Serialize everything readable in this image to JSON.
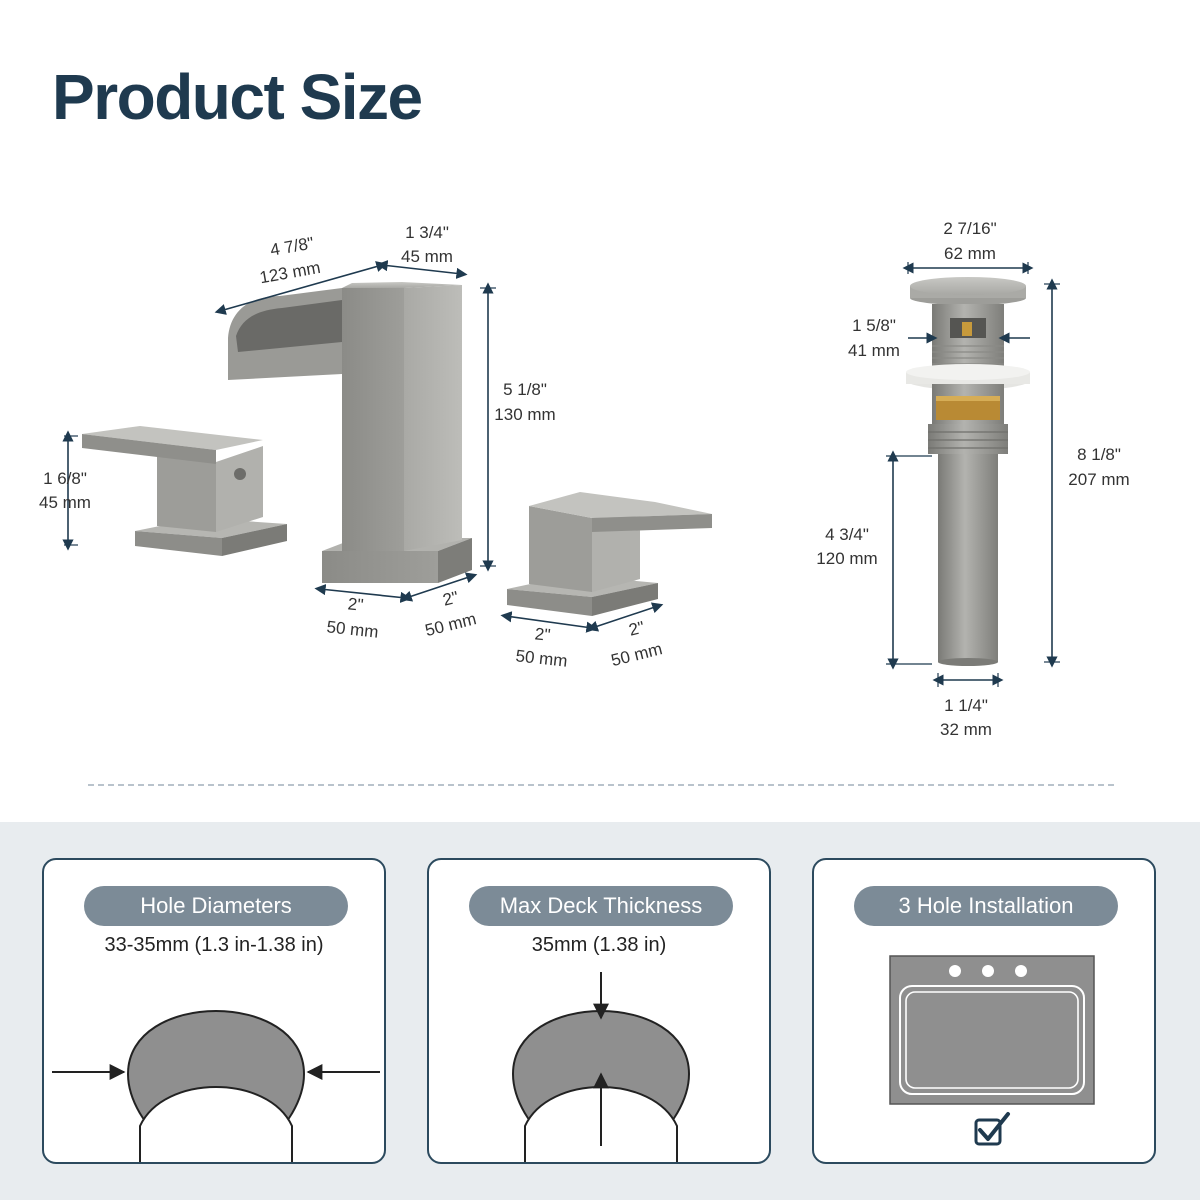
{
  "page": {
    "title": "Product Size"
  },
  "faucet": {
    "spout_length": {
      "in": "4 7/8\"",
      "mm": "123 mm"
    },
    "spout_depth": {
      "in": "1 3/4\"",
      "mm": "45 mm"
    },
    "spout_height": {
      "in": "5 1/8\"",
      "mm": "130 mm"
    },
    "handle_height": {
      "in": "1 6/8\"",
      "mm": "45 mm"
    },
    "spout_base_width": {
      "in": "2\"",
      "mm": "50 mm"
    },
    "spout_base_depth": {
      "in": "2\"",
      "mm": "50 mm"
    },
    "handle_base_width": {
      "in": "2\"",
      "mm": "50 mm"
    },
    "handle_base_depth": {
      "in": "2\"",
      "mm": "50 mm"
    }
  },
  "drain": {
    "cap_diameter": {
      "in": "2 7/16\"",
      "mm": "62 mm"
    },
    "body_diameter": {
      "in": "1 5/8\"",
      "mm": "41 mm"
    },
    "total_height": {
      "in": "8 1/8\"",
      "mm": "207 mm"
    },
    "tail_length": {
      "in": "4 3/4\"",
      "mm": "120 mm"
    },
    "tail_diameter": {
      "in": "1 1/4\"",
      "mm": "32 mm"
    }
  },
  "cards": {
    "hole_diameters": {
      "label": "Hole Diameters",
      "value": "33-35mm (1.3 in-1.38 in)"
    },
    "max_deck": {
      "label": "Max Deck Thickness",
      "value": "35mm (1.38 in)"
    },
    "three_hole": {
      "label": "3 Hole Installation"
    }
  },
  "colors": {
    "title": "#1f3a4f",
    "metal": "#8e8e8a",
    "pill": "#7c8b97",
    "card_border": "#2c4a5e",
    "dim_line": "#1f3a4f"
  },
  "icons": {
    "check": "checkbox-check-icon"
  }
}
